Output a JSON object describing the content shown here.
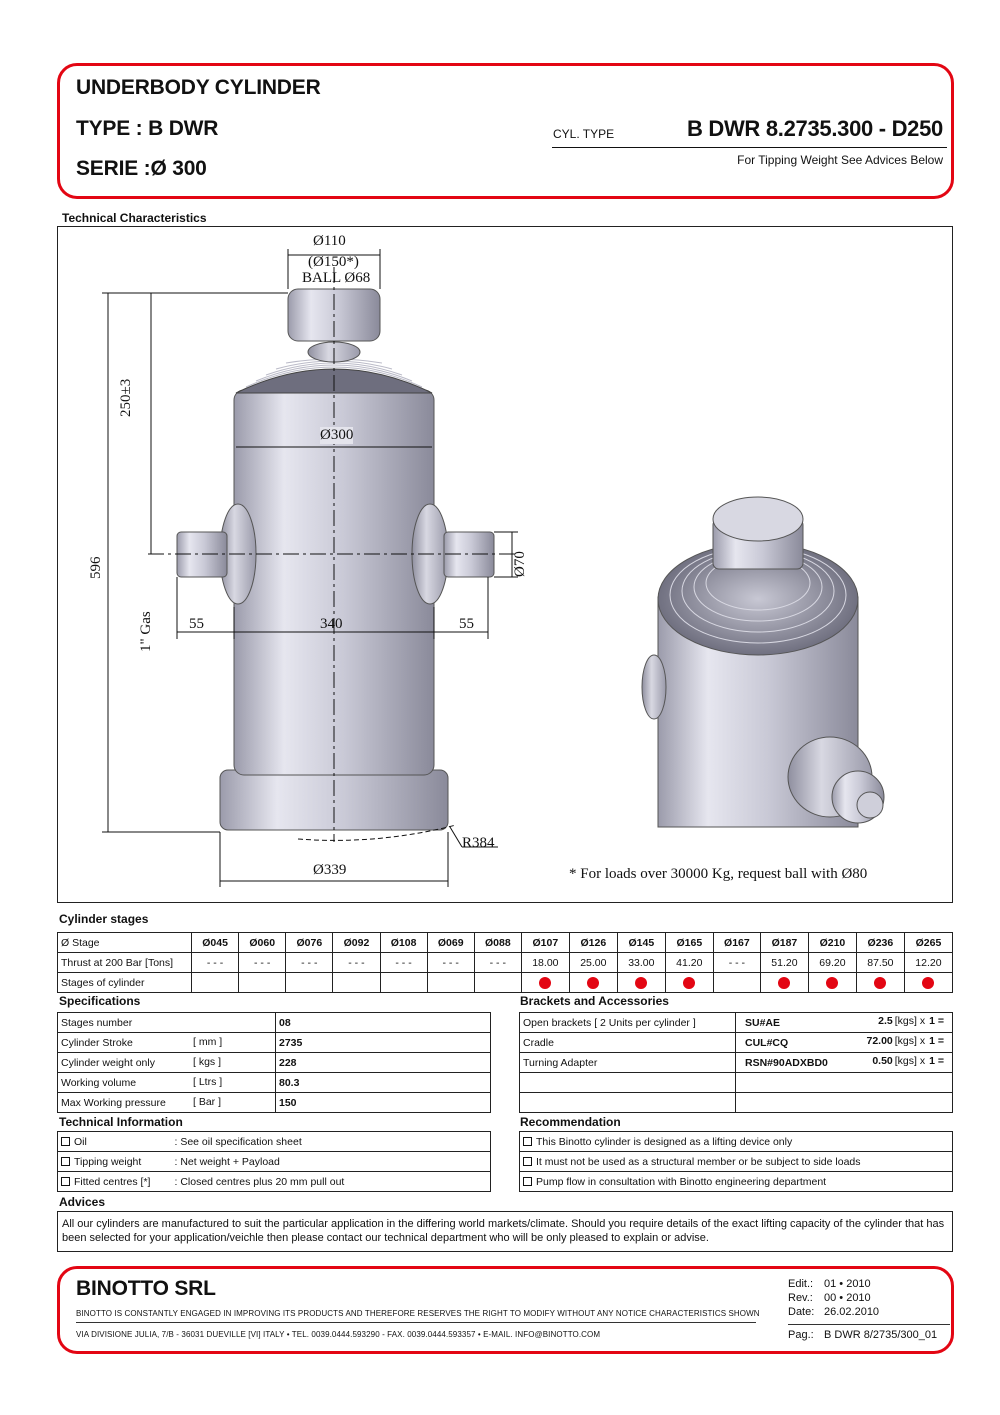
{
  "header": {
    "title": "UNDERBODY CYLINDER",
    "type_label": "TYPE : B DWR",
    "serie_label": "SERIE :Ø 300",
    "cyl_type_label": "CYL. TYPE",
    "cyl_type_value": "B DWR 8.2735.300 - D250",
    "tipping_note": "For Tipping Weight See Advices Below"
  },
  "technical_characteristics": {
    "label": "Technical Characteristics",
    "dims": {
      "top_dia": "Ø110",
      "ball_alt": "(Ø150*)",
      "ball": "BALL Ø68",
      "body_dia": "Ø300",
      "height_250": "250±3",
      "height_596": "596",
      "pin_dia": "Ø70",
      "gas": "1\" Gas",
      "left_55": "55",
      "center_340": "340",
      "right_55": "55",
      "radius": "R384",
      "base_dia": "Ø339"
    },
    "note": "* For loads over 30000 Kg, request ball with Ø80"
  },
  "cylinder_stages": {
    "label": "Cylinder stages",
    "row_labels": [
      "Ø Stage",
      "Thrust at 200 Bar [Tons]",
      "Stages of cylinder"
    ],
    "stages": [
      "Ø045",
      "Ø060",
      "Ø076",
      "Ø092",
      "Ø108",
      "Ø069",
      "Ø088",
      "Ø107",
      "Ø126",
      "Ø145",
      "Ø165",
      "Ø167",
      "Ø187",
      "Ø210",
      "Ø236",
      "Ø265"
    ],
    "thrust": [
      "- - -",
      "- - -",
      "- - -",
      "- - -",
      "- - -",
      "- - -",
      "- - -",
      "18.00",
      "25.00",
      "33.00",
      "41.20",
      "- - -",
      "51.20",
      "69.20",
      "87.50",
      "12.20"
    ],
    "active": [
      false,
      false,
      false,
      false,
      false,
      false,
      false,
      true,
      true,
      true,
      true,
      false,
      true,
      true,
      true,
      true
    ]
  },
  "specifications": {
    "label": "Specifications",
    "rows": [
      {
        "name": "Stages number",
        "unit": "",
        "value": "08"
      },
      {
        "name": "Cylinder Stroke",
        "unit": "[ mm ]",
        "value": "2735"
      },
      {
        "name": "Cylinder weight only",
        "unit": "[ kgs ]",
        "value": "228"
      },
      {
        "name": "Working volume",
        "unit": "[ Ltrs ]",
        "value": "80.3"
      },
      {
        "name": "Max Working pressure",
        "unit": "[ Bar ]",
        "value": "150"
      }
    ]
  },
  "brackets": {
    "label": "Brackets and Accessories",
    "rows": [
      {
        "name": "Open brackets [ 2 Units per cylinder ]",
        "code": "SU#AE",
        "qty": "2.5",
        "unit": "[kgs] x",
        "count": "1 ="
      },
      {
        "name": "Cradle",
        "code": "CUL#CQ",
        "qty": "72.00",
        "unit": "[kgs] x",
        "count": "1 ="
      },
      {
        "name": "Turning Adapter",
        "code": "RSN#90ADXBD0",
        "qty": "0.50",
        "unit": "[kgs] x",
        "count": "1 ="
      }
    ]
  },
  "technical_information": {
    "label": "Technical Information",
    "rows": [
      {
        "name": "Oil",
        "value": ": See oil specification sheet"
      },
      {
        "name": "Tipping weight",
        "value": ": Net weight + Payload"
      },
      {
        "name": "Fitted centres [*]",
        "value": ": Closed centres plus 20 mm pull out"
      }
    ]
  },
  "recommendation": {
    "label": "Recommendation",
    "rows": [
      "This Binotto cylinder is designed as a lifting device only",
      "It must not be used as a structural member or be subject to side loads",
      "Pump flow in consultation with Binotto engineering department"
    ]
  },
  "advices": {
    "label": "Advices",
    "text": "All our cylinders are manufactured to suit the particular application in the differing world markets/climate. Should you require details of the exact lifting capacity of the cylinder that has been selected for your application/veichle then please contact our technical department who will be only pleased to explain or advise."
  },
  "footer": {
    "company": "BINOTTO SRL",
    "disclaimer": "Binotto is constantly engaged in improving its products and therefore reserves the right to modify without any notice characteristics shown",
    "address": "Via Divisione Julia, 7/b - 36031 Dueville [VI] ITALY • Tel. 0039.0444.593290 - Fax. 0039.0444.593357 • E-mail. info@binotto.com",
    "meta": [
      {
        "label": "Edit.:",
        "value": "01 • 2010"
      },
      {
        "label": "Rev.:",
        "value": "00 • 2010"
      },
      {
        "label": "Date:",
        "value": "26.02.2010"
      },
      {
        "label": "Pag.:",
        "value": "B DWR 8/2735/300_01"
      }
    ]
  },
  "colors": {
    "accent_red": "#e30613"
  }
}
